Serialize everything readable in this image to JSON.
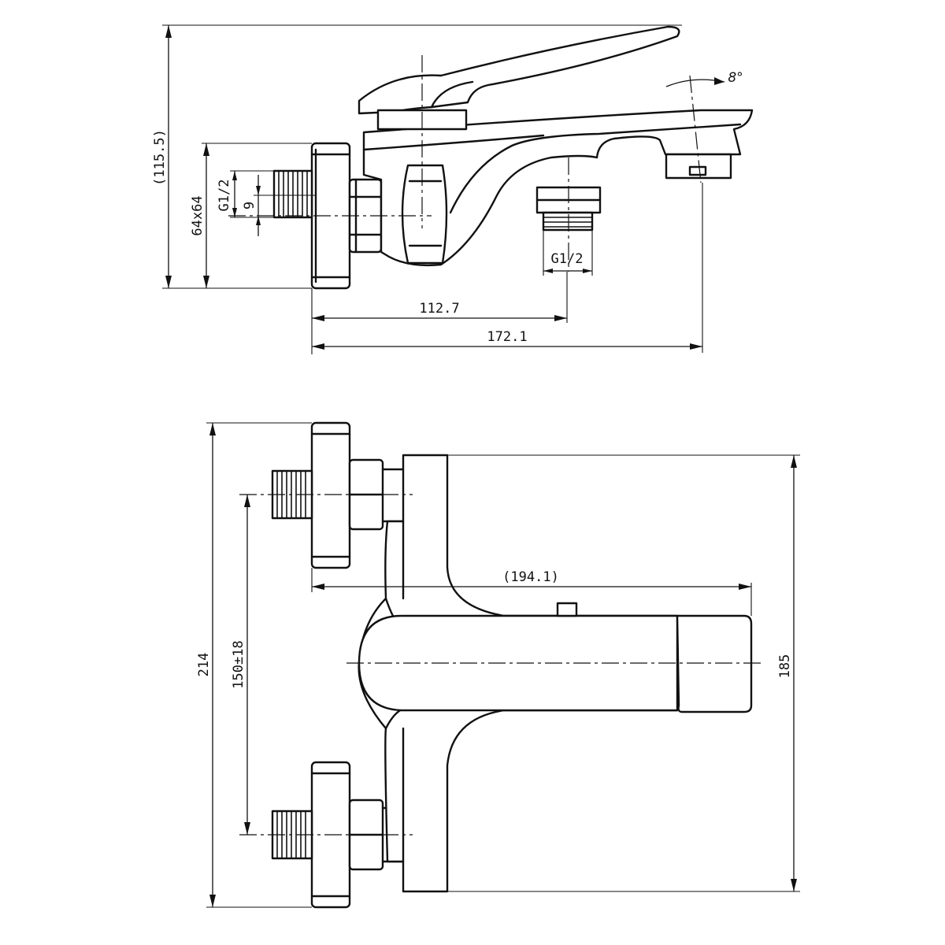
{
  "side_view": {
    "dim_height": "(115.5)",
    "dim_flange": "64x64",
    "dim_inlet_thread": "G1/2",
    "dim_offset": "9",
    "dim_outlet_thread": "G1/2",
    "dim_angle": "8°",
    "dim_outlet_distance": "112.7",
    "dim_total_length": "172.1"
  },
  "front_view": {
    "dim_total_height": "214",
    "dim_centers": "150±18",
    "dim_projection": "(194.1)",
    "dim_body_height": "185"
  },
  "colors": {
    "line": "#111111",
    "background": "#ffffff"
  }
}
